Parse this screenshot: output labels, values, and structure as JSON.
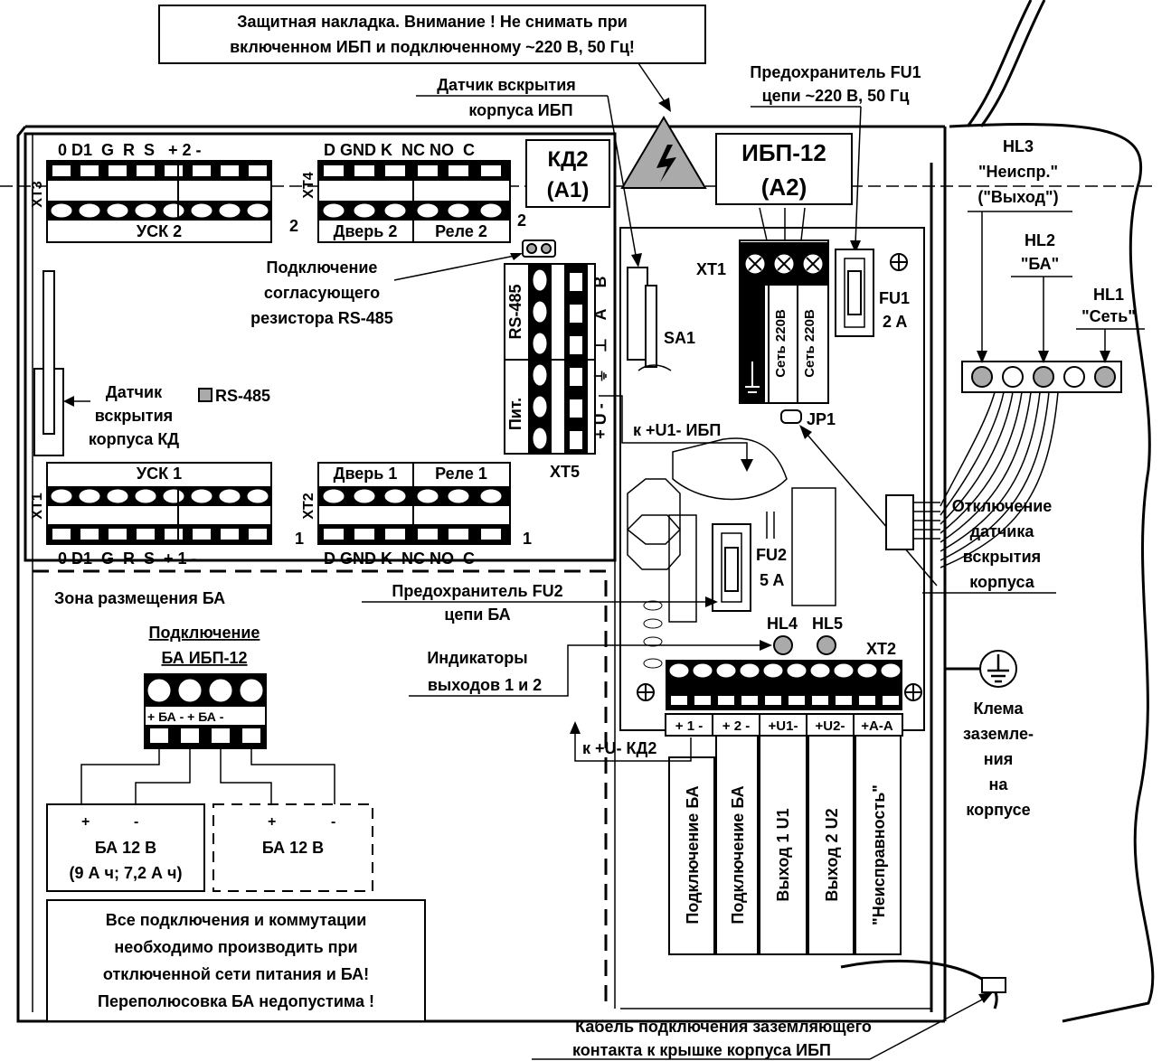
{
  "notes": {
    "protect_cover_l1": "Защитная накладка. Внимание ! Не снимать при",
    "protect_cover_l2": "включенном ИБП и подключенному ~220 В, 50 Гц!",
    "fu1_title_l1": "Предохранитель FU1",
    "fu1_title_l2": "цепи ~220 В, 50 Гц",
    "tamper_ups_l1": "Датчик вскрытия",
    "tamper_ups_l2": "корпуса ИБП",
    "kd2_l1": "КД2",
    "kd2_l2": "(А1)",
    "ups_l1": "ИБП-12",
    "ups_l2": "(А2)",
    "hl3_l1": "HL3",
    "hl3_l2": "\"Неиспр.\"",
    "hl3_l3": "(\"Выход\")",
    "hl2_l1": "HL2",
    "hl2_l2": "\"БА\"",
    "hl1_l1": "HL1",
    "hl1_l2": "\"Сеть\"",
    "term_resistor_l1": "Подключение",
    "term_resistor_l2": "согласующего",
    "term_resistor_l3": "резистора RS-485",
    "tamper_kd_l1": "Датчик",
    "tamper_kd_l2": "вскрытия",
    "tamper_kd_l3": "корпуса КД",
    "rs485_led": "RS-485",
    "to_u1_ups": "к +U1- ИБП",
    "jp1": "JP1",
    "tamper_off_l1": "Отключение",
    "tamper_off_l2": "датчика",
    "tamper_off_l3": "вскрытия",
    "tamper_off_l4": "корпуса",
    "ba_zone": "Зона размещения БА",
    "ba_conn_l1": "Подключение",
    "ba_conn_l2": "БА ИБП-12",
    "fu2_title_l1": "Предохранитель FU2",
    "fu2_title_l2": "цепи БА",
    "indicators_l1": "Индикаторы",
    "indicators_l2": "выходов 1 и 2",
    "to_u_kd2": "к +U- КД2",
    "ground_l1": "Клема",
    "ground_l2": "заземле-",
    "ground_l3": "ния",
    "ground_l4": "на",
    "ground_l5": "корпусе",
    "warning_l1": "Все подключения и коммутации",
    "warning_l2": "необходимо производить при",
    "warning_l3": "отключенной сети питания и БА!",
    "warning_l4": "Переполюсовка БА недопустима !",
    "cable_l1": "Кабель подключения заземляющего",
    "cable_l2": "контакта к крышке корпуса ИБП"
  },
  "kd": {
    "xt3_label": "XT3",
    "xt3_pins": "0 D1  G  R  S   + 2 -",
    "xt3_name": "УСК 2",
    "xt4_label": "XT4",
    "xt4_pins": "D GND K  NC NO  C",
    "xt4_door": "Дверь 2",
    "xt4_relay": "Реле 2",
    "two_a": "2",
    "two_b": "2",
    "xt1_label": "XT1",
    "xt1_pins": "0 D1  G  R  S  + 1 -",
    "xt1_name": "УСК 1",
    "xt2_label": "XT2",
    "xt2_pins": "D GND K  NC NO  C",
    "xt2_door": "Дверь 1",
    "xt2_relay": "Реле 1",
    "one_a": "1",
    "one_b": "1",
    "xt5_label": "XT5",
    "xt5_rs485": "RS-485",
    "xt5_pit": "Пит.",
    "xt5_b": "B",
    "xt5_a": "A",
    "xt5_gnd": "⊥",
    "xt5_earth": "⏚",
    "xt5_u": "+ U -"
  },
  "ups": {
    "xt1": "XT1",
    "sa1": "SA1",
    "fu1": "FU1",
    "fu1_rating": "2 A",
    "net1": "Сеть 220В",
    "net2": "Сеть 220В",
    "fu2": "FU2",
    "fu2_rating": "5 A",
    "hl4": "HL4",
    "hl5": "HL5",
    "xt2": "XT2",
    "xt2_pins": [
      "+ 1 -",
      "+ 2 -",
      "+U1-",
      "+U2-",
      "+A-A"
    ],
    "outputs": [
      "Подключение БА",
      "Подключение БА",
      "Выход 1 U1",
      "Выход 2 U2",
      "\"Неисправность\""
    ]
  },
  "battery": {
    "pins": "+ БА - + БА -",
    "ba1_plus": "+",
    "ba1_minus": "-",
    "ba1_l1": "БА 12 В",
    "ba1_l2": "(9 А ч; 7,2 А ч)",
    "ba2_plus": "+",
    "ba2_minus": "-",
    "ba2_l1": "БА 12 В"
  }
}
